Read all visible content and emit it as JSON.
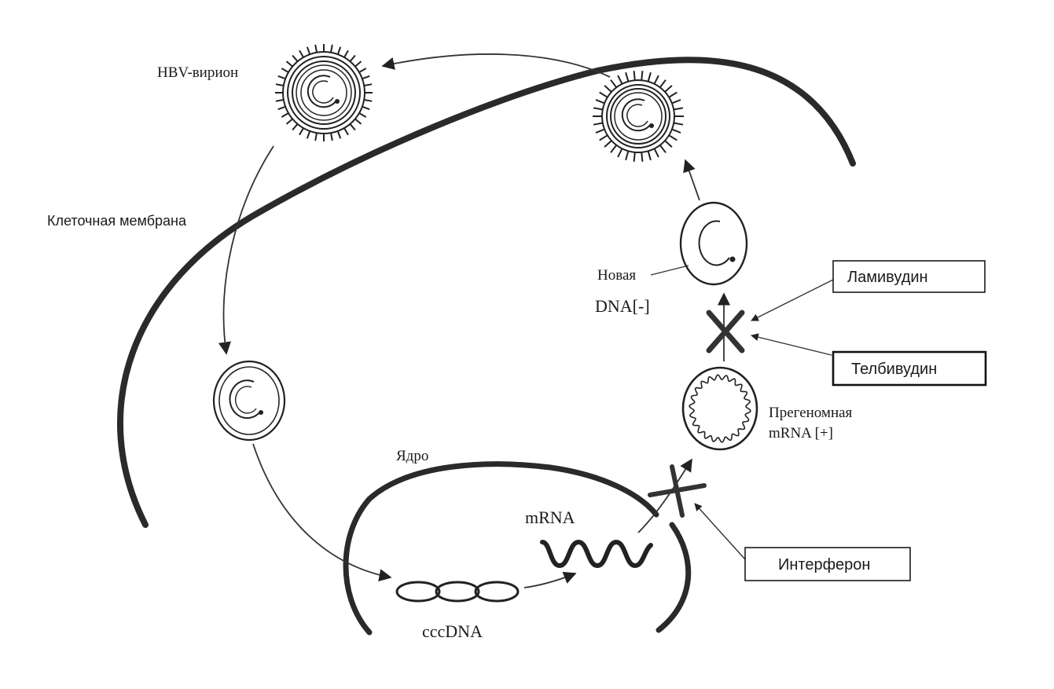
{
  "labels": {
    "virion": "HBV-вирион",
    "cell_membrane": "Клеточная мембрана",
    "nucleus": "Ядро",
    "new_dna_line1": "Новая",
    "new_dna_line2": "DNA[-]",
    "pregenomic_line1": "Прегеномная",
    "pregenomic_line2": "mRNA [+]",
    "mrna": "mRNA",
    "cccdna": "cccDNA"
  },
  "drugs": {
    "lamivudine": "Ламивудин",
    "telbivudine": "Телбивудин",
    "interferon": "Интерферон"
  }
}
